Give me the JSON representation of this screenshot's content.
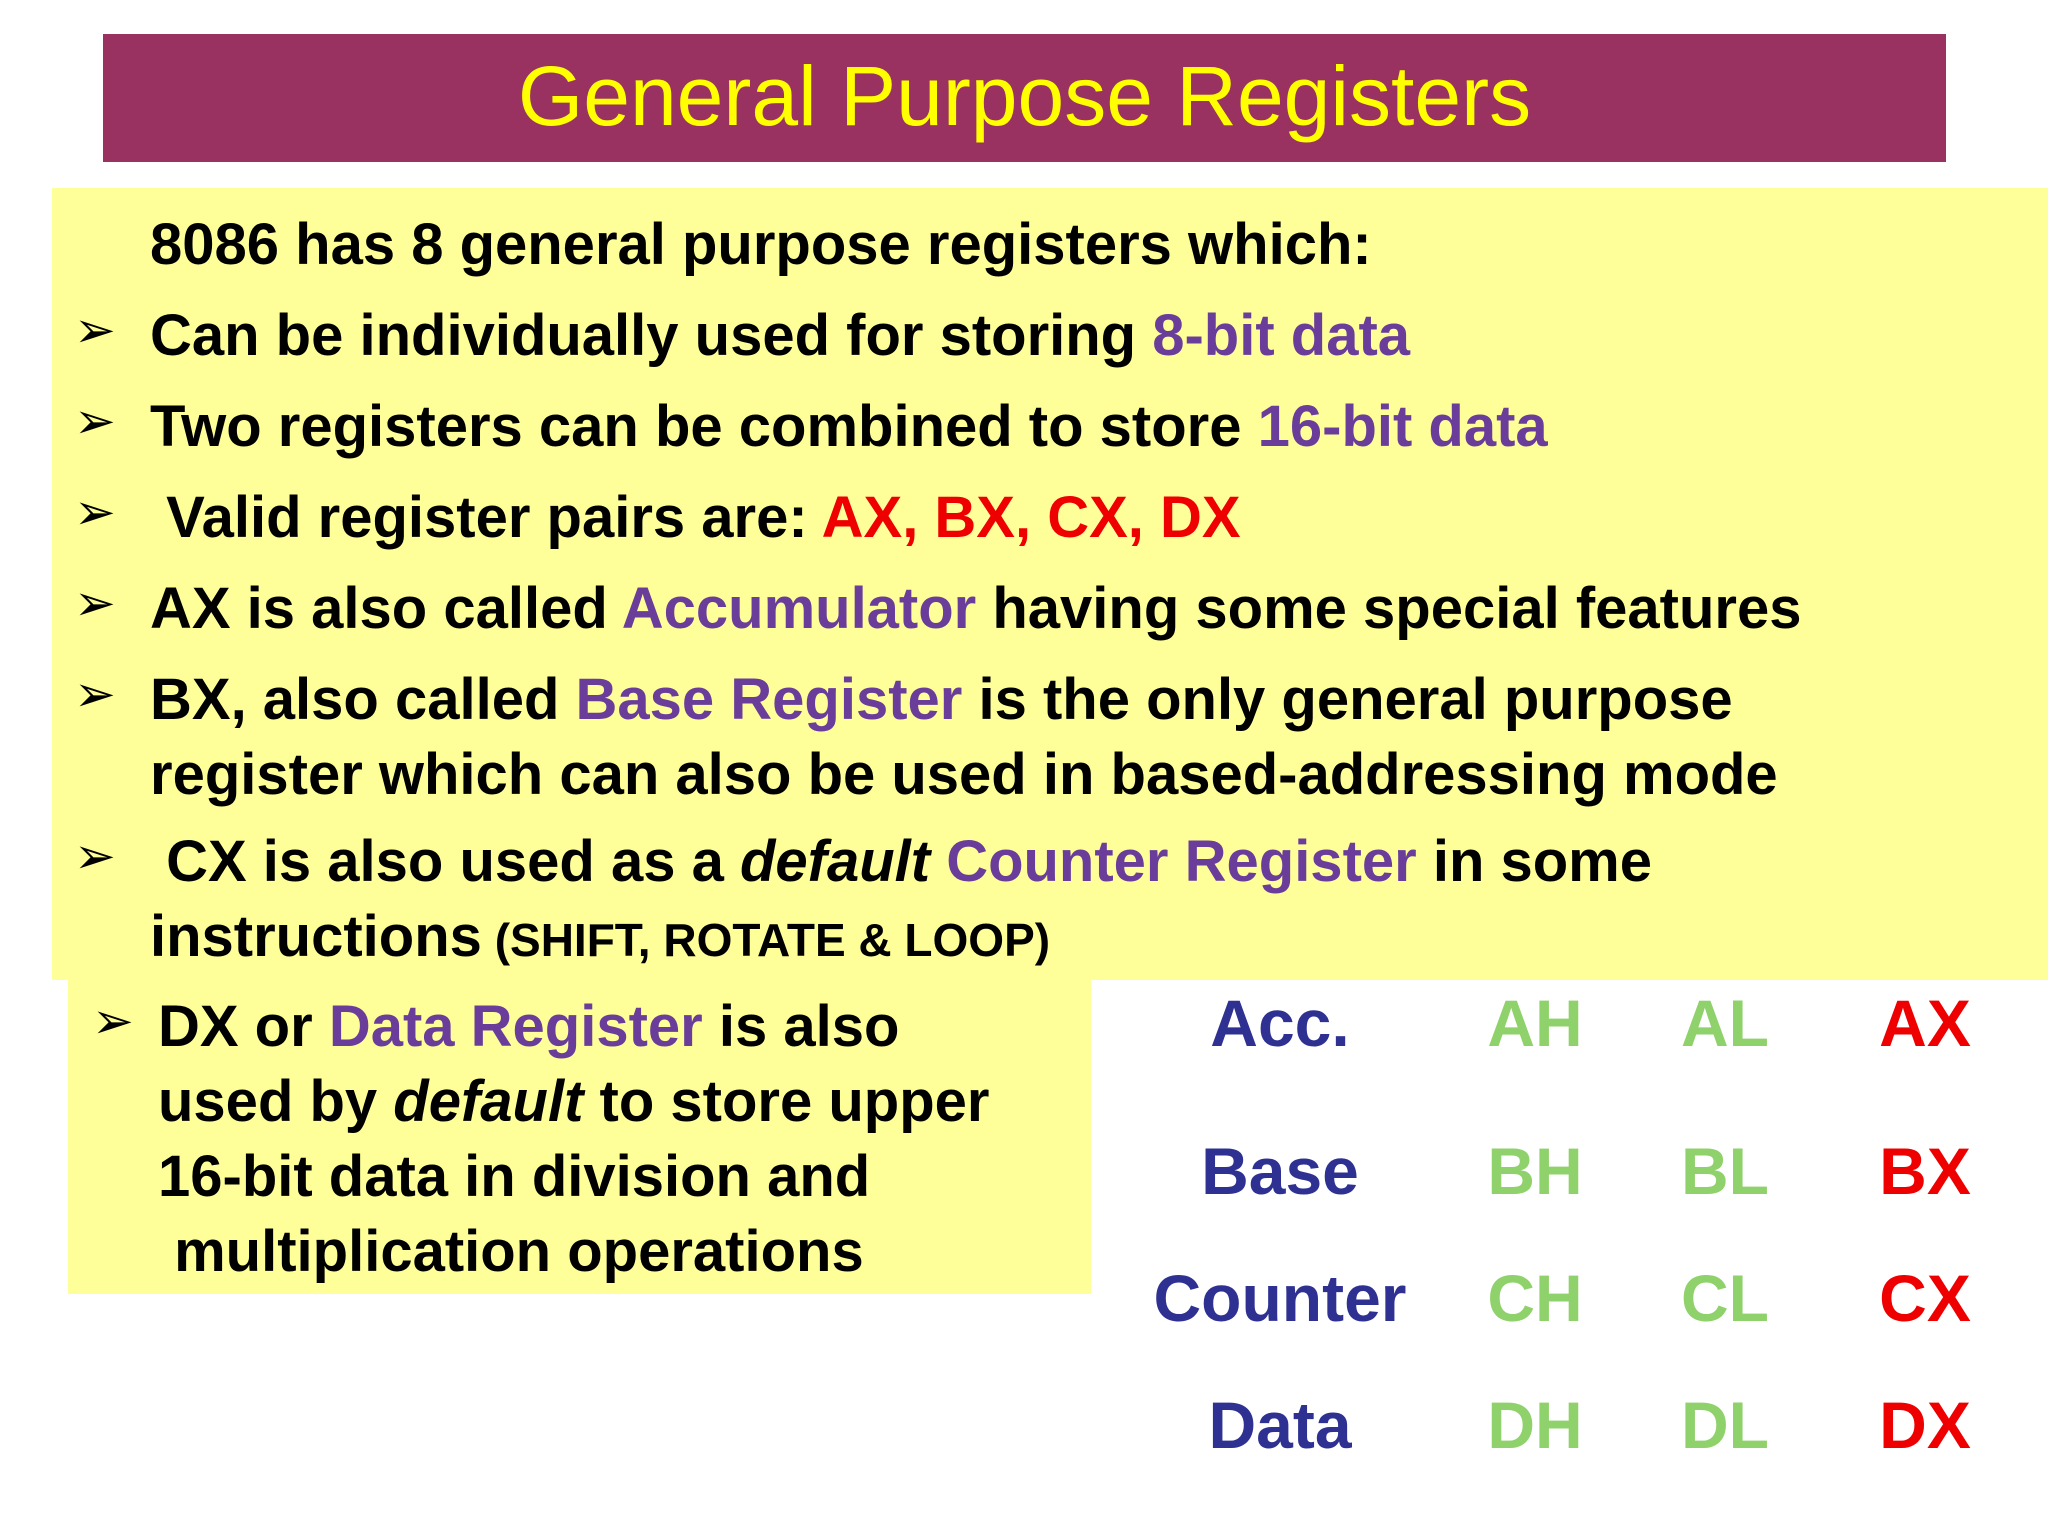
{
  "title": "General Purpose Registers",
  "intro": "8086 has 8 general purpose registers which:",
  "bullets": {
    "b1": {
      "text": "Can be individually used for storing ",
      "highlight": "8-bit data"
    },
    "b2": {
      "text": "Two registers can be combined to store ",
      "highlight": "16-bit data"
    },
    "b3": {
      "text": " Valid register pairs are: ",
      "highlight": "AX, BX, CX, DX"
    },
    "b4": {
      "pre": "AX is also called ",
      "highlight": "Accumulator",
      "post": " having some special features"
    },
    "b5": {
      "pre": "BX, also called ",
      "highlight": "Base Register",
      "post": " is the only general purpose",
      "line2": "register which can also be used in based-addressing mode"
    },
    "b6": {
      "pre": " CX is also used as a ",
      "italic": "default",
      "highlight": " Counter Register",
      "post": " in some",
      "line2": "instructions",
      "line2_small": " (SHIFT, ROTATE & LOOP)"
    },
    "b7": {
      "pre": "DX or ",
      "highlight": "Data Register",
      "post": " is also",
      "line2_pre": "used by ",
      "line2_italic": "default",
      "line2_post": " to store upper",
      "line3": "16-bit data in division and",
      "line4": " multiplication operations"
    }
  },
  "bullet_glyph": "➢",
  "registers": {
    "rows": [
      {
        "name": "Acc.",
        "high": "AH",
        "low": "AL",
        "pair": "AX"
      },
      {
        "name": "Base",
        "high": "BH",
        "low": "BL",
        "pair": "BX"
      },
      {
        "name": "Counter",
        "high": "CH",
        "low": "CL",
        "pair": "CX"
      },
      {
        "name": "Data",
        "high": "DH",
        "low": "DL",
        "pair": "DX"
      }
    ]
  },
  "colors": {
    "title_bar": "#993161",
    "title_text": "#ffff00",
    "box": "#ffff99",
    "highlight": "#6a3d9a",
    "pair": "#ee0000",
    "reg_name": "#2e3192",
    "reg_half": "#8fd16a"
  }
}
